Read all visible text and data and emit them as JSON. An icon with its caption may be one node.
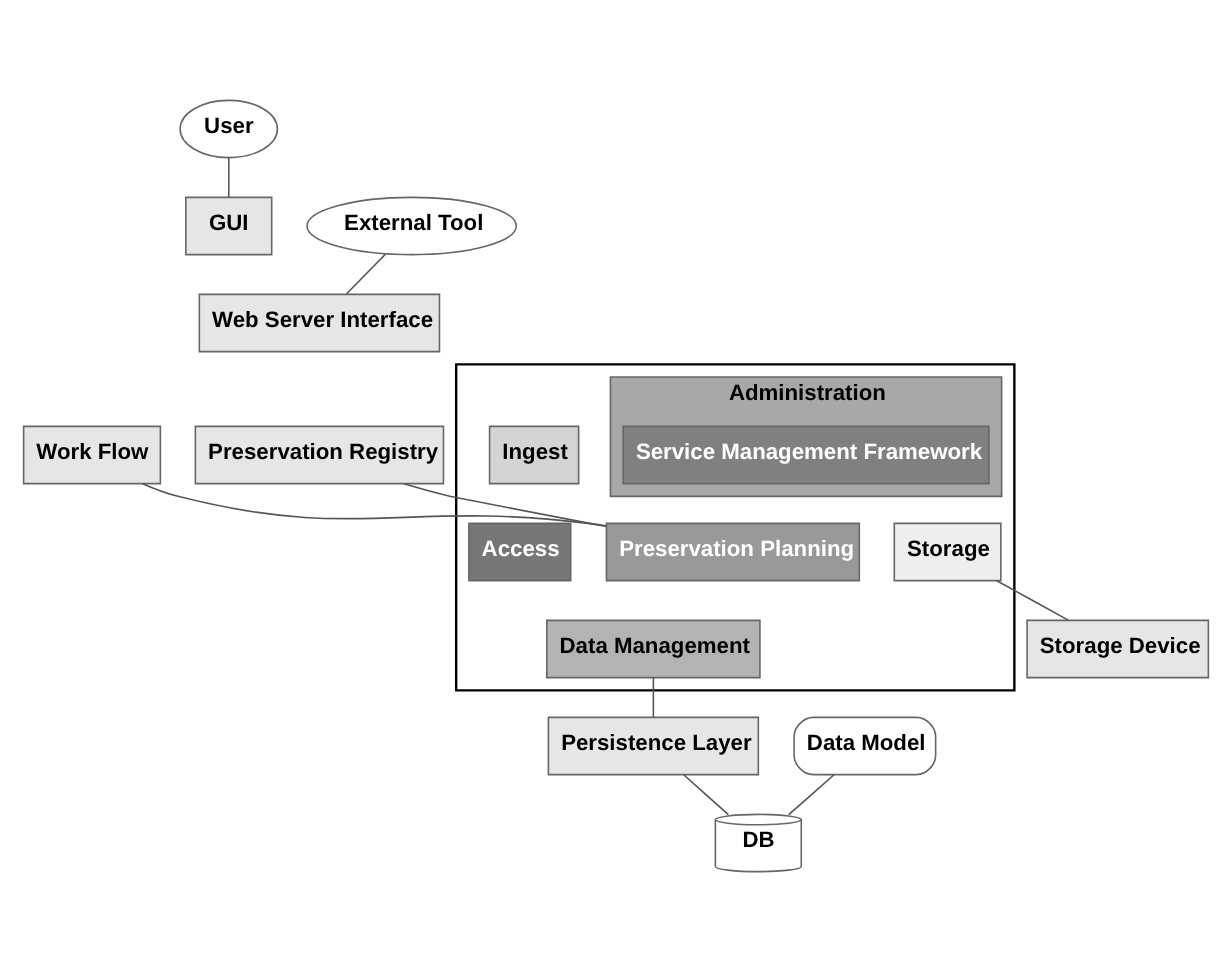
{
  "diagram": {
    "nodes": [
      {
        "text": [
          "User"
        ]
      },
      {
        "text": [
          "External Tool"
        ]
      },
      {
        "text": [
          "GUI"
        ]
      },
      {
        "text": [
          "Web Server Interface"
        ]
      },
      {
        "text": [],
        "shape": "box"
      },
      {
        "text": [
          "Ingest"
        ],
        "in": 4
      },
      {
        "text": [
          "Access"
        ],
        "in": 4
      },
      {
        "text": [
          "Administration"
        ],
        "in": 4
      },
      {
        "text": [
          "Service Management Framework"
        ],
        "in": 7
      },
      {
        "text": [
          "Work Flow"
        ]
      },
      {
        "text": [
          "Preservation Registry"
        ]
      },
      {
        "text": [
          "Preservation Planning"
        ],
        "in": 4
      },
      {
        "text": [
          "Data Management"
        ],
        "in": 4
      },
      {
        "text": [
          "Storage"
        ],
        "in": 4
      },
      {
        "text": [
          "Persistence Layer"
        ]
      },
      {
        "text": [
          "Storage Device"
        ]
      },
      {
        "text": [
          "Data Model"
        ]
      },
      {
        "text": [
          "DB"
        ]
      }
    ],
    "edges": [
      {
        "from": 0,
        "to": 2,
        "arrow": "none"
      },
      {
        "from": 1,
        "to": 3,
        "arrow": "none"
      },
      {
        "from": 9,
        "to": 11,
        "arrow": "none"
      },
      {
        "from": 10,
        "to": 11,
        "arrow": "none"
      },
      {
        "from": 12,
        "to": 14,
        "arrow": "none"
      },
      {
        "from": 13,
        "to": 15,
        "arrow": "none"
      },
      {
        "from": 14,
        "to": 17,
        "arrow": "none"
      },
      {
        "from": 16,
        "to": 17,
        "arrow": "none"
      }
    ]
  }
}
